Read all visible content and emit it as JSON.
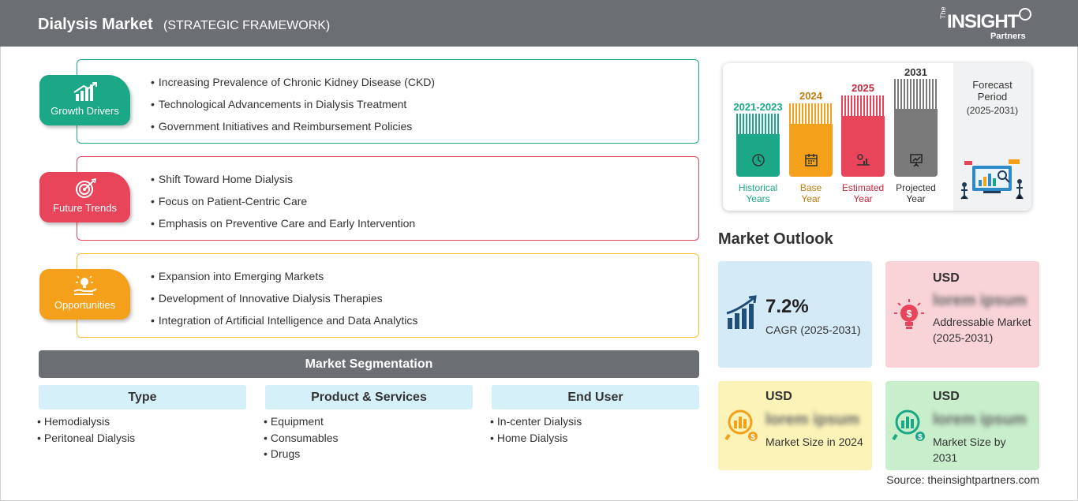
{
  "header": {
    "title": "Dialysis Market",
    "subtitle": "(STRATEGIC FRAMEWORK)",
    "logo": {
      "the": "The",
      "insight": "INSIGHT",
      "partners": "Partners"
    }
  },
  "framework": {
    "growth_drivers": {
      "label": "Growth Drivers",
      "color": "#1ba886",
      "items": [
        "Increasing Prevalence of Chronic Kidney Disease (CKD)",
        "Technological Advancements in Dialysis Treatment",
        "Government Initiatives and Reimbursement Policies"
      ]
    },
    "future_trends": {
      "label": "Future Trends",
      "color": "#e8445a",
      "items": [
        "Shift Toward Home Dialysis",
        "Focus on Patient-Centric Care",
        "Emphasis on Preventive Care and Early Intervention"
      ]
    },
    "opportunities": {
      "label": "Opportunities",
      "color": "#f5a01a",
      "items": [
        "Expansion into Emerging Markets",
        "Development of Innovative Dialysis Therapies",
        "Integration of Artificial Intelligence and Data Analytics"
      ]
    }
  },
  "segmentation": {
    "title": "Market Segmentation",
    "columns": [
      {
        "title": "Type",
        "items": [
          "Hemodialysis",
          "Peritoneal Dialysis"
        ]
      },
      {
        "title": "Product & Services",
        "items": [
          "Equipment",
          "Consumables",
          "Drugs"
        ]
      },
      {
        "title": "End User",
        "items": [
          "In-center Dialysis",
          "Home Dialysis"
        ]
      }
    ]
  },
  "timeline": {
    "historical": {
      "year": "2021-2023",
      "label_1": "Historical",
      "label_2": "Years",
      "color": "#1ba886",
      "icon": "clock-icon"
    },
    "base": {
      "year": "2024",
      "label_1": "Base",
      "label_2": "Year",
      "color": "#f5a01a",
      "icon": "calendar-icon"
    },
    "estimated": {
      "year": "2025",
      "label_1": "Estimated",
      "label_2": "Year",
      "color": "#e8445a",
      "icon": "gear-chart-icon"
    },
    "projected": {
      "year": "2031",
      "label_1": "Projected",
      "label_2": "Year",
      "color": "#7a7a7a",
      "icon": "presentation-icon"
    },
    "forecast": {
      "title_1": "Forecast",
      "title_2": "Period",
      "years": "(2025-2031)"
    }
  },
  "market_outlook": {
    "title": "Market Outlook",
    "cagr": {
      "value": "7.2%",
      "label": "CAGR (2025-2031)",
      "color": "#d5eaf7"
    },
    "addressable": {
      "currency": "USD",
      "value": "lorem ipsum",
      "label": "Addressable Market (2025-2031)",
      "color": "#f8d3d8"
    },
    "size_2024": {
      "currency": "USD",
      "value": "lorem ipsum",
      "label": "Market Size in 2024",
      "color": "#fbf3b8"
    },
    "size_2031": {
      "currency": "USD",
      "value": "lorem ipsum",
      "label": "Market Size by 2031",
      "color": "#c8eecb"
    }
  },
  "source": "Source: theinsightpartners.com"
}
